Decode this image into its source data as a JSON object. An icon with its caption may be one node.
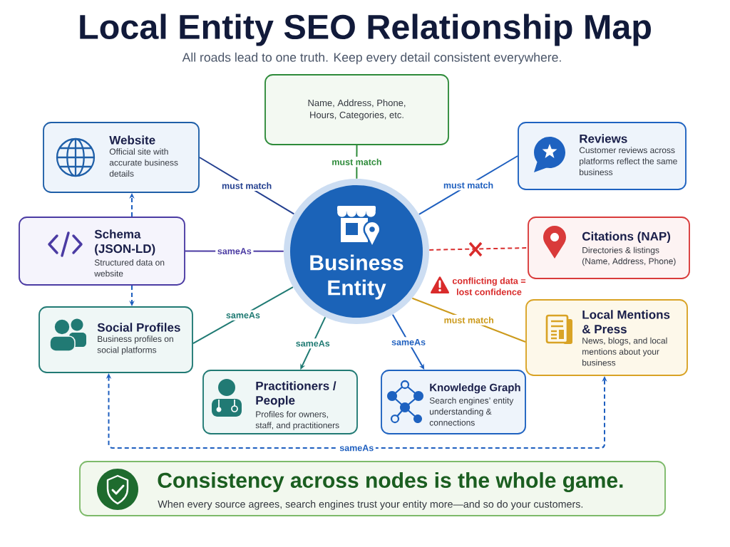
{
  "diagram": {
    "title": "Local Entity SEO Relationship Map",
    "nodes": [
      {
        "text": [
          "Name, Address, Phone, Hours, Categories, etc."
        ]
      },
      {
        "text": [
          "Website",
          "Official site with accurate business details"
        ]
      },
      {
        "text": [
          "Reviews",
          "Customer reviews across platforms reflect the same business"
        ]
      },
      {
        "text": [
          "Schema (JSON-LD)",
          "Structured data on website"
        ]
      },
      {
        "text": [
          "Business Entity"
        ]
      },
      {
        "text": [
          "Citations (NAP)",
          "Directories & listings (Name, Address, Phone)"
        ]
      },
      {
        "text": [
          "Social Profiles",
          "Business profiles on social platforms"
        ]
      },
      {
        "text": [
          "Local Mentions & Press",
          "News, blogs, and local mentions about your business"
        ]
      },
      {
        "text": [
          "Practitioners / People",
          "Profiles for owners, staff, and practitioners"
        ]
      },
      {
        "text": [
          "Knowledge Graph",
          "Search engines’ entity understanding & connections"
        ]
      },
      {
        "text": [
          "Consistency across nodes is the whole game.",
          "When every source agrees, search engines trust your entity more—and so do your customers."
        ]
      }
    ],
    "edges": [
      {
        "from": 0,
        "to": 4,
        "arrow": "none",
        "label": "must match",
        "color": "#2e8b3a"
      },
      {
        "from": 1,
        "to": 4,
        "arrow": "none",
        "label": "must match",
        "color": "#233f8f"
      },
      {
        "from": 2,
        "to": 4,
        "arrow": "none",
        "label": "must match"
      },
      {
        "from": 3,
        "to": 4,
        "arrow": "none",
        "label": "sameAs",
        "color": "#4b3ba3"
      },
      {
        "from": 4,
        "to": 5,
        "arrow": "none",
        "style": "dashed",
        "color": "#d93030"
      },
      {
        "from": 6,
        "to": 4,
        "arrow": "none",
        "label": "sameAs",
        "color": "#1f7a73"
      },
      {
        "from": 4,
        "to": 8,
        "arrow": "to",
        "label": "sameAs",
        "color": "#1f7a73"
      },
      {
        "from": 4,
        "to": 9,
        "arrow": "to",
        "label": "sameAs"
      },
      {
        "from": 4,
        "to": 7,
        "arrow": "none",
        "label": "must match",
        "color": "#cc9a1c"
      },
      {
        "from": 3,
        "to": 1,
        "arrow": "to",
        "style": "dashed"
      },
      {
        "from": 3,
        "to": 6,
        "arrow": "to",
        "style": "dashed"
      },
      {
        "from": 6,
        "to": 7,
        "arrow": "both",
        "style": "dashed",
        "label": "sameAs"
      }
    ],
    "labels": [
      "All roads lead to one truth. Keep every detail consistent everywhere.",
      "conflicting data = lost confidence"
    ]
  }
}
